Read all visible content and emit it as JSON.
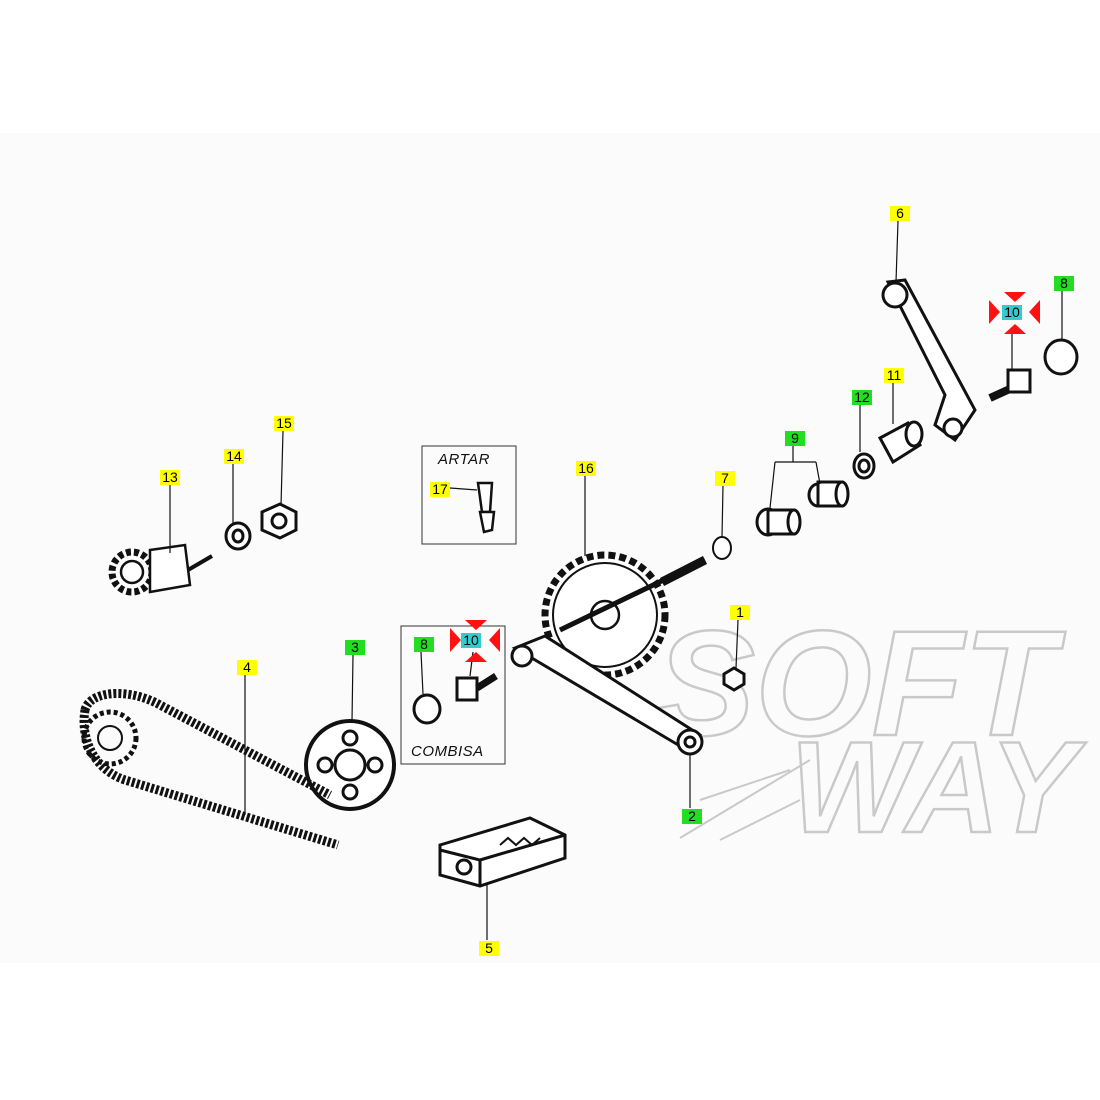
{
  "colors": {
    "yellow_tag": "#ffff00",
    "green_tag": "#22dd22",
    "cyan_tag": "#33cccc",
    "marker_red": "#ff1111",
    "line": "#111111",
    "watermark": "#c9c9c9"
  },
  "insets": {
    "artar": "ARTAR",
    "combisa": "COMBISA"
  },
  "watermark": {
    "line1": "SOFT",
    "line2": "WAY"
  },
  "parts": [
    {
      "id": "1",
      "text": "1",
      "tag": "yellow"
    },
    {
      "id": "2",
      "text": "2",
      "tag": "green"
    },
    {
      "id": "3",
      "text": "3",
      "tag": "green"
    },
    {
      "id": "4",
      "text": "4",
      "tag": "yellow"
    },
    {
      "id": "5",
      "text": "5",
      "tag": "yellow"
    },
    {
      "id": "6",
      "text": "6",
      "tag": "yellow"
    },
    {
      "id": "7",
      "text": "7",
      "tag": "yellow"
    },
    {
      "id": "8a",
      "text": "8",
      "tag": "green"
    },
    {
      "id": "8b",
      "text": "8",
      "tag": "green"
    },
    {
      "id": "9",
      "text": "9",
      "tag": "green"
    },
    {
      "id": "10a",
      "text": "10",
      "tag": "cyan",
      "highlight": true
    },
    {
      "id": "10b",
      "text": "10",
      "tag": "cyan",
      "highlight": true
    },
    {
      "id": "11",
      "text": "11",
      "tag": "yellow"
    },
    {
      "id": "12",
      "text": "12",
      "tag": "green"
    },
    {
      "id": "13",
      "text": "13",
      "tag": "yellow"
    },
    {
      "id": "14",
      "text": "14",
      "tag": "yellow"
    },
    {
      "id": "15",
      "text": "15",
      "tag": "yellow"
    },
    {
      "id": "16",
      "text": "16",
      "tag": "yellow"
    },
    {
      "id": "17",
      "text": "17",
      "tag": "yellow"
    }
  ]
}
